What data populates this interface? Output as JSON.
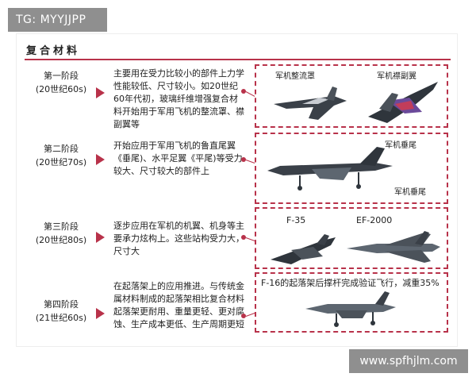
{
  "watermarks": {
    "top": "TG: MYYJJPP",
    "bottom": "www.spfhjlm.com"
  },
  "section_title": "复合材料",
  "stages": [
    {
      "label": "第一阶段",
      "period": "(20世纪60s)",
      "description": "主要用在受力比较小的部件上力学性能较低、尺寸较小。如20世纪60年代初，玻璃纤维增强复合材料开始用于军用飞机的整流罩、襟副翼等",
      "parts": [
        "军机整流罩",
        "军机襟副翼"
      ]
    },
    {
      "label": "第二阶段",
      "period": "(20世纪70s)",
      "description": "开始应用于军用飞机的鲁直尾翼《垂尾)、水平足翼《平尾)等受力较大、尺寸较大的部件上",
      "parts": [
        "军机垂尾",
        "军机垂尾"
      ]
    },
    {
      "label": "第三阶段",
      "period": "(20世纪80s)",
      "description": "逐步应用在军机的机翼、机身等主要承力炫构上。这些站构受力大，尺寸大",
      "parts": [
        "F-35",
        "EF-2000"
      ]
    },
    {
      "label": "第四阶段",
      "period": "(21世纪60s)",
      "description": "在起落架上的应用推进。与传统金属材料制成的起落架相比复合材料起落架更耐用、重量更轻、更对腐蚀、生产成本更低、生产周期更短",
      "caption": "F-16的起落架后撑杆完成验证飞行，减重35%"
    }
  ],
  "colors": {
    "accent": "#b8324a",
    "jet_gray": "#5d6670",
    "jet_dark": "#2f353c"
  }
}
